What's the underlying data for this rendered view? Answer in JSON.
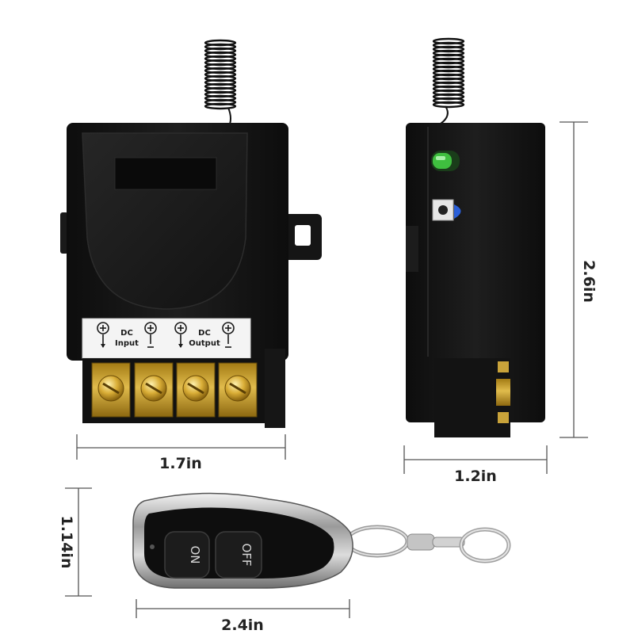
{
  "dimensions": {
    "front_width": "1.7in",
    "side_width": "1.2in",
    "height": "2.6in",
    "remote_height": "1.14in",
    "remote_width": "2.4in"
  },
  "terminal_panel": {
    "input_label_top": "DC",
    "input_label_bottom": "Input",
    "output_label_top": "DC",
    "output_label_bottom": "Output"
  },
  "remote": {
    "on_label": "ON",
    "off_label": "OFF"
  },
  "colors": {
    "housing": "#141414",
    "terminal_brass": "#c9a33a",
    "led_green": "#3fbf3f",
    "led_blue": "#2a5fd8",
    "chrome": "#b8b8b8",
    "dimension_line": "#555555"
  }
}
